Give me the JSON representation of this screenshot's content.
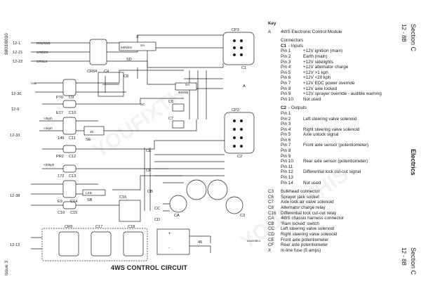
{
  "margin_left": {
    "doc_code": "9803/8010",
    "issue": "Issue 3"
  },
  "margin_right": {
    "section_top": "Section C",
    "page_top": "12 - 8B",
    "chapter": "Electrics",
    "section_bottom": "Section C",
    "page_bottom": "12 - 8B"
  },
  "diagram": {
    "title": "4WS CONTROL CIRCUIT",
    "drawing_code": "A345S8E4",
    "refs_left": [
      "12-1",
      "12-21",
      "12-22",
      "12-30",
      "12-9",
      "12-33",
      "12-38",
      "12-12"
    ],
    "labels": {
      "ign2": "IGN/SW2",
      "cre": "CRE/E5",
      "crsls": "CRSLS",
      "cr64": "CR64",
      "c4": "C4",
      "x": "X",
      "sa_top": "SA",
      "sd": "SD",
      "fourwss_top": "4WSES",
      "cp3": "CP3",
      "c1": "C1",
      "a": "A",
      "c8": "C8",
      "asl": "ASL",
      "p70": "P70",
      "c9": "C9",
      "sa_mid": "SA",
      "fourwss_mid": "4WSIS",
      "e17": "E17",
      "c10a": "C10",
      "c6": "C6",
      "sc": "SC",
      "cp2": "CP2",
      "c2": "C2",
      "c7": "C7",
      "kph3": ">3kph",
      "kph1": ">1kph",
      "c149": "149",
      "c11": "C11",
      "se": "SE",
      "k1": "1K",
      "pr2": "PR2",
      "c12": "C12",
      "ce": "CE",
      "cf": "CF",
      "kph20": "<20kph",
      "c172": "172",
      "c13": "C13",
      "e9": "E9",
      "c14": "C14",
      "cb": "CB",
      "lsd": "LSD",
      "sb": "SB",
      "c10b": "C10",
      "c15": "C15",
      "c16": "C16",
      "cc": "CC",
      "ca": "CA",
      "c3": "C3",
      "cd": "CD",
      "cr9": "CR9",
      "c17": "C17",
      "c18": "C18",
      "n46": "46",
      "plus": "+",
      "minus": "-"
    }
  },
  "key": {
    "heading": "Key",
    "items_a": [
      {
        "code": "A",
        "text": "4WS Electronic Control Module"
      }
    ],
    "connectors_heading": "Connectors",
    "c1_heading": {
      "code": "C1",
      "text": "- Inputs"
    },
    "inputs": [
      {
        "pin": "Pin 1",
        "text": "+12V ignition (main)"
      },
      {
        "pin": "Pin 2",
        "text": "Earth (main)"
      },
      {
        "pin": "Pin 3",
        "text": "+12V sidelights"
      },
      {
        "pin": "Pin 4",
        "text": "+12V alternator charge"
      },
      {
        "pin": "Pin 5",
        "text": "+12V >1 kph"
      },
      {
        "pin": "Pin 6",
        "text": "+12V <20 kph"
      },
      {
        "pin": "Pin 7",
        "text": "+12V EDC power override"
      },
      {
        "pin": "Pin 8",
        "text": "+12V axle locked"
      },
      {
        "pin": "Pin 9",
        "text": "+12V sprayer override - audible warning"
      },
      {
        "pin": "Pin 10",
        "text": "Not used"
      }
    ],
    "c2_heading": {
      "code": "C2",
      "text": "- Outputs"
    },
    "outputs": [
      {
        "pin": "Pin 1",
        "text": ""
      },
      {
        "pin": "Pin 2",
        "text": "Left steering valve solenoid"
      },
      {
        "pin": "Pin 3",
        "text": ""
      },
      {
        "pin": "Pin 4",
        "text": "Right steering valve solenoid"
      },
      {
        "pin": "Pin 5",
        "text": "Axle unlock signal"
      },
      {
        "pin": "Pin 6",
        "text": ""
      },
      {
        "pin": "Pin 7",
        "text": "Front axle sensor (potentiometer)"
      },
      {
        "pin": "Pin 8",
        "text": ""
      },
      {
        "pin": "Pin 9",
        "text": ""
      },
      {
        "pin": "Pin 10",
        "text": "Rear axle sensor (potentiometer)"
      },
      {
        "pin": "Pin 11",
        "text": ""
      },
      {
        "pin": "Pin 12",
        "text": "Differential lock cut-out signal"
      },
      {
        "pin": "Pin 13",
        "text": ""
      },
      {
        "pin": "Pin 14",
        "text": "Not used"
      }
    ],
    "items_b": [
      {
        "code": "C3",
        "text": "Bulkhead connector"
      },
      {
        "code": "C6",
        "text": "Sprayer jack socket"
      },
      {
        "code": "C7",
        "text": "Axle lock air valve solenoid"
      },
      {
        "code": "C8",
        "text": "Alternator charge relay"
      },
      {
        "code": "C16",
        "text": "Differential lock cut-out relay"
      },
      {
        "code": "CA",
        "text": "4WS chassis harness connector"
      },
      {
        "code": "CB",
        "text": "'Ram locked' switch"
      },
      {
        "code": "CC",
        "text": "Left steering valve solenoid"
      },
      {
        "code": "CD",
        "text": "Right steering valve solenoid"
      },
      {
        "code": "CE",
        "text": "Front axle potentiometer"
      },
      {
        "code": "CF",
        "text": "Rear axle potentiometer"
      },
      {
        "code": "X",
        "text": "In-line fuse (5 amps)"
      }
    ]
  },
  "watermark": "YOUFIXTHIS"
}
